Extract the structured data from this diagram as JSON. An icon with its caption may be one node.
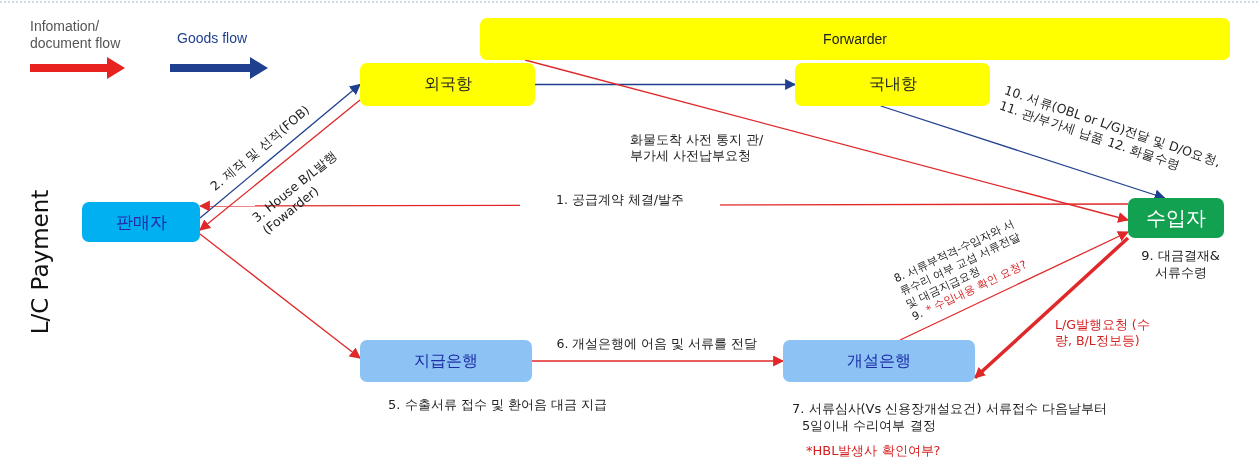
{
  "diagram": {
    "nodes": [
      {
        "text": [
          "Forwarder"
        ]
      },
      {
        "text": [
          "외국항"
        ]
      },
      {
        "text": [
          "국내항"
        ]
      },
      {
        "text": [
          "판매자"
        ]
      },
      {
        "text": [
          "수입자"
        ],
        "beside": [
          "9. 대금결재& 서류수령"
        ]
      },
      {
        "text": [
          "지급은행"
        ],
        "beside": [
          "5. 수출서류 접수 및 환어음 대금 지급"
        ]
      },
      {
        "text": [
          "개설은행"
        ],
        "beside": [
          "7. 서류심사(Vs 신용장개설요건) 서류접수 다음날부터 5일이내 수리여부 결정",
          "*HBL발생사 확인여부?"
        ]
      }
    ],
    "edges": [
      {
        "from": 3,
        "to": 1,
        "arrow": "to",
        "label": "2. 제작 및 선적(FOB)",
        "color": "#1f3f8f"
      },
      {
        "from": 1,
        "to": 3,
        "arrow": "to",
        "label": "3. House B/L발행 (Fowarder)"
      },
      {
        "from": 1,
        "to": 2,
        "arrow": "to",
        "color": "#1f3f8f"
      },
      {
        "from": 0,
        "to": 4,
        "arrow": "to",
        "label": "화물도착 사전 통지 관/부가세 사전납부요청"
      },
      {
        "from": 2,
        "to": 4,
        "arrow": "to",
        "label": "10. 서류(OBL or L/G)전달 및 D/O요청, 11. 관/부가세 납품 12. 화물수령",
        "color": "#1f3f8f"
      },
      {
        "from": 4,
        "to": 3,
        "arrow": "to",
        "label": "1. 공급계약 체결/발주"
      },
      {
        "from": 3,
        "to": 5,
        "arrow": "to"
      },
      {
        "from": 5,
        "to": 6,
        "arrow": "to",
        "label": "6. 개설은행에 어음 및 서류를 전달"
      },
      {
        "from": 6,
        "to": 4,
        "arrow": "to",
        "label": "8. 서류부적격-수입자와 서류수리 여부 교섭 서류전달 및 대금지급요청"
      },
      {
        "from": 4,
        "to": 6,
        "arrow": "to",
        "label": "L/G발행요청 (수량, B/L정보등)",
        "style": "thick"
      }
    ],
    "labels": [
      "L/C Payment",
      "9.",
      "* 수입내용 확인 요청?"
    ],
    "legend": [
      {
        "text": "Infomation/ document flow",
        "color": "#e8231f"
      },
      {
        "text": "Goods flow",
        "color": "#1f3f8f"
      }
    ]
  }
}
